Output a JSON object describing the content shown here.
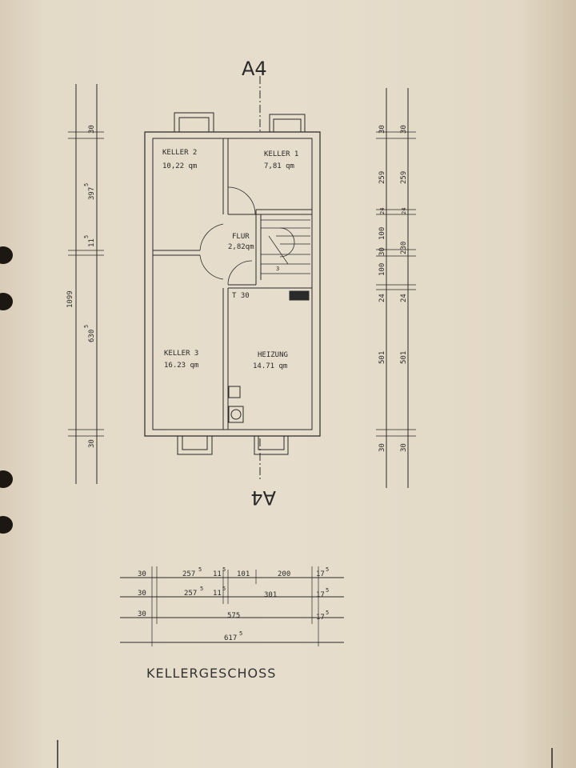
{
  "drawing_title": "KELLERGESCHOSS",
  "section_marker": "A4",
  "rooms": [
    {
      "name": "KELLER 2",
      "area": "10,22 qm"
    },
    {
      "name": "KELLER 1",
      "area": "7,81 qm"
    },
    {
      "name": "FLUR",
      "area": "2,82qm"
    },
    {
      "name": "KELLER 3",
      "area": "16.23 qm"
    },
    {
      "name": "HEIZUNG",
      "area": "14.71 qm"
    }
  ],
  "door_label": "T 30",
  "stair_mark": "3",
  "left_dims": {
    "total": "1099",
    "top": "30",
    "d1": "397",
    "d1_sup": "5",
    "d2": "11",
    "d2_sup": "5",
    "d3": "630",
    "d3_sup": "5",
    "bottom": "30"
  },
  "right_dims_a": [
    "30",
    "259",
    "24",
    "100",
    "30",
    "100",
    "24",
    "501",
    "30"
  ],
  "right_dims_b": [
    "30",
    "259",
    "24",
    "230",
    "24",
    "501",
    "30"
  ],
  "bottom_dims": {
    "row1": [
      "30",
      "257",
      "11",
      "101",
      "200",
      "17"
    ],
    "row2": [
      "30",
      "257",
      "11",
      "301",
      "17"
    ],
    "row3": [
      "30",
      "575",
      "17"
    ],
    "row4": [
      "617"
    ]
  },
  "sup": "5"
}
